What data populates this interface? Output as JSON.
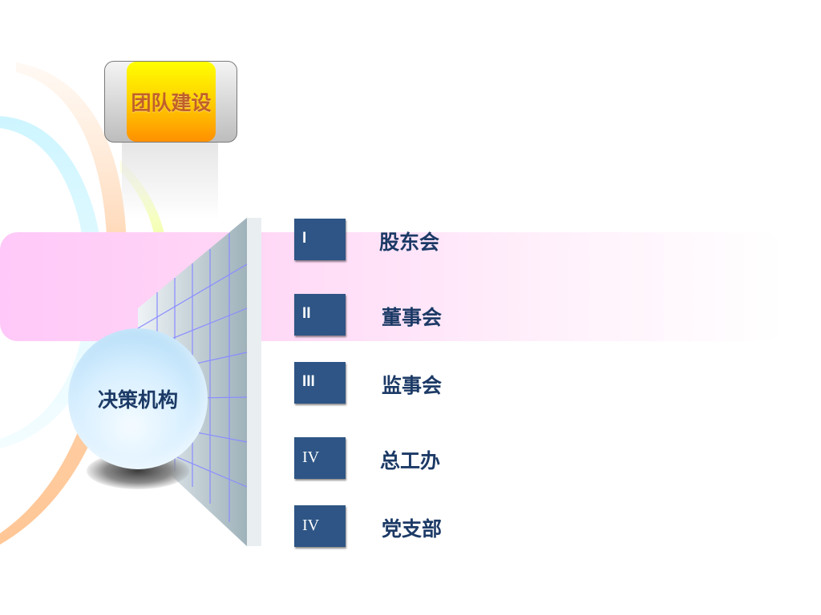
{
  "title": "团队建设",
  "center_label": "决策机构",
  "items": [
    {
      "numeral": "I",
      "label": "股东会"
    },
    {
      "numeral": "II",
      "label": "董事会"
    },
    {
      "numeral": "III",
      "label": "监事会"
    },
    {
      "numeral": "IV",
      "label": "总工办"
    },
    {
      "numeral": "IV",
      "label": "党支部"
    }
  ],
  "colors": {
    "box_fill": "#2e5585",
    "label_text": "#1c3a66",
    "title_text": "#c0602a",
    "banner": "#ffc8f8"
  }
}
